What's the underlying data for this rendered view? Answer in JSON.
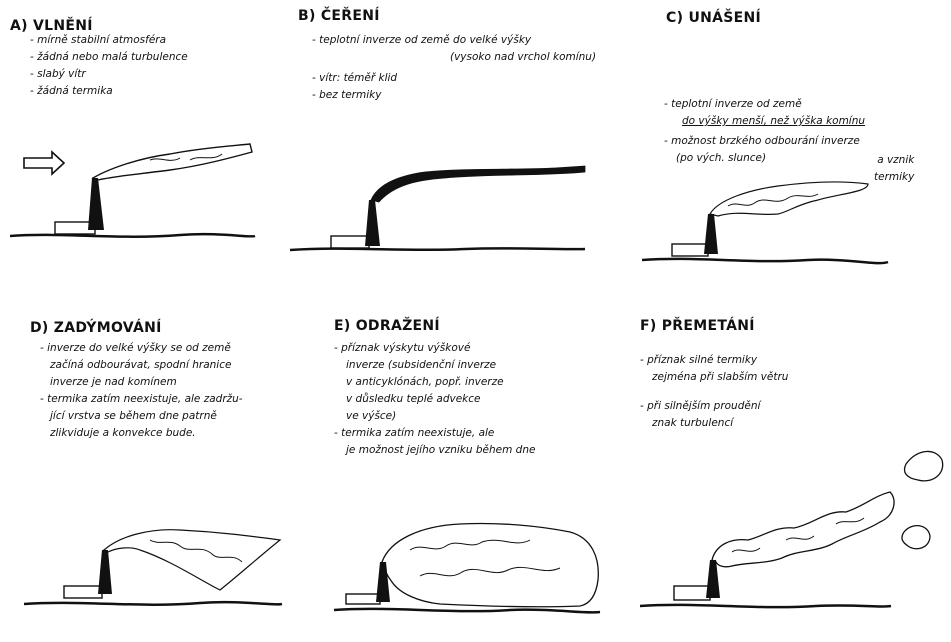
{
  "panels": {
    "a": {
      "title": "A) VLNĚNÍ",
      "lines": [
        "- mírně stabilní atmosféra",
        "- žádná nebo malá turbulence",
        "- slabý vítr",
        "- žádná termika"
      ]
    },
    "b": {
      "title": "B) ČEŘENÍ",
      "lines": [
        "- teplotní inverze od země do velké výšky",
        "(vysoko nad vrchol komínu)",
        "- vítr: téměř klid",
        "- bez termiky"
      ]
    },
    "c": {
      "title": "C) UNÁŠENÍ",
      "lines": [
        "- teplotní inverze od země",
        "do výšky menší, než výška komínu",
        "- možnost brzkého odbourání inverze",
        "(po vých. slunce)",
        "a vznik",
        "termiky"
      ]
    },
    "d": {
      "title": "D) ZADÝMOVÁNÍ",
      "lines": [
        "- inverze do velké výšky se od země",
        "začíná odbourávat, spodní hranice",
        "inverze je nad komínem",
        "- termika zatím neexistuje, ale zadržu-",
        "jící vrstva se během dne patrně",
        "zlikviduje a konvekce bude."
      ]
    },
    "e": {
      "title": "E) ODRAŽENÍ",
      "lines": [
        "- příznak výskytu výškové",
        "inverze (subsidenční inverze",
        "v anticyklónách, popř. inverze",
        "v důsledku teplé advekce",
        "ve výšce)",
        "- termika zatím neexistuje, ale",
        "je možnost jejího vzniku během dne"
      ]
    },
    "f": {
      "title": "F) PŘEMETÁNÍ",
      "lines": [
        "- příznak silné termiky",
        "zejména při slabším větru",
        "- při silnějším proudění",
        "znak turbulencí"
      ]
    }
  }
}
